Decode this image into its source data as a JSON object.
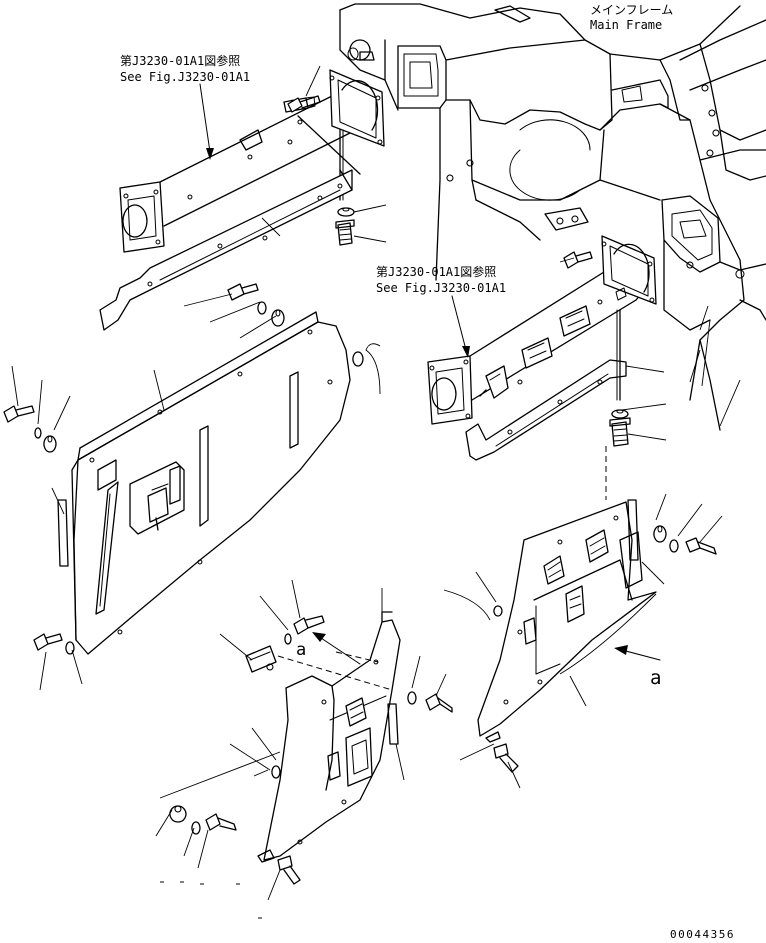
{
  "labels": {
    "main_frame_jp": "メインフレーム",
    "main_frame_en": "Main Frame",
    "ref_upper_jp": "第J3230-01A1図参照",
    "ref_upper_en": "See Fig.J3230-01A1",
    "ref_lower_jp": "第J3230-01A1図参照",
    "ref_lower_en": "See Fig.J3230-01A1",
    "view_mark_left": "a",
    "view_mark_right": "a",
    "drawing_number": "00044356"
  }
}
